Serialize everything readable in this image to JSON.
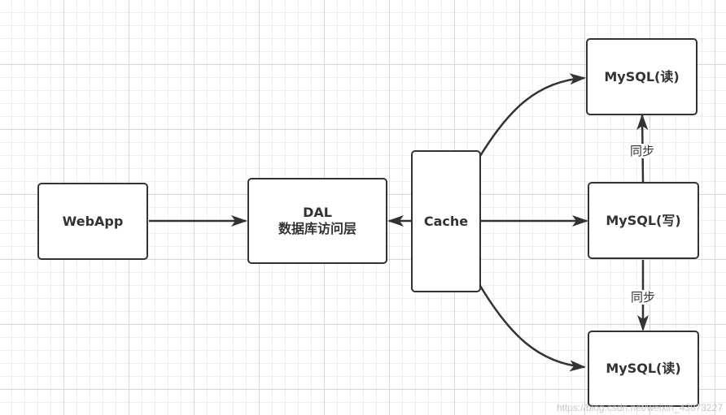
{
  "nodes": {
    "webapp": {
      "label": "WebApp"
    },
    "dal": {
      "line1": "DAL",
      "line2": "数据库访问层"
    },
    "cache": {
      "label": "Cache"
    },
    "mysql_read_top": {
      "label": "MySQL(读)"
    },
    "mysql_write": {
      "label": "MySQL(写)"
    },
    "mysql_read_bottom": {
      "label": "MySQL(读)"
    }
  },
  "edges": {
    "sync_up_label": "同步",
    "sync_down_label": "同步"
  },
  "watermark": "https://blog.csdn.net/weixin_43873227",
  "colors": {
    "stroke": "#333333",
    "background": "#ffffff",
    "grid": "#d6d6d6"
  }
}
